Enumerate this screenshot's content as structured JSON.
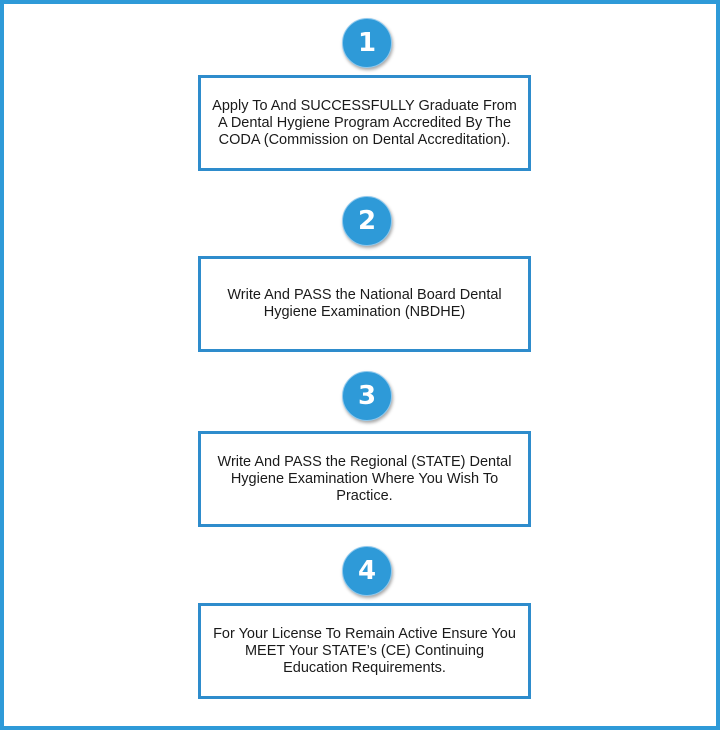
{
  "steps": [
    {
      "number": "1",
      "text": "Apply To And SUCCESSFULLY Graduate From A Dental Hygiene Program Accredited By The CODA (Commission on Dental Accreditation)."
    },
    {
      "number": "2",
      "text": "Write And PASS the National Board Dental Hygiene Examination (NBDHE)"
    },
    {
      "number": "3",
      "text": "Write And PASS the Regional (STATE) Dental Hygiene Examination Where You Wish To Practice."
    },
    {
      "number": "4",
      "text": "For Your License To Remain Active Ensure You MEET Your STATE’s (CE) Continuing Education Requirements."
    }
  ],
  "colors": {
    "accent": "#2e9ad8",
    "box_border": "#2e8ccc",
    "text": "#1a1a1a",
    "badge_text": "#ffffff"
  }
}
